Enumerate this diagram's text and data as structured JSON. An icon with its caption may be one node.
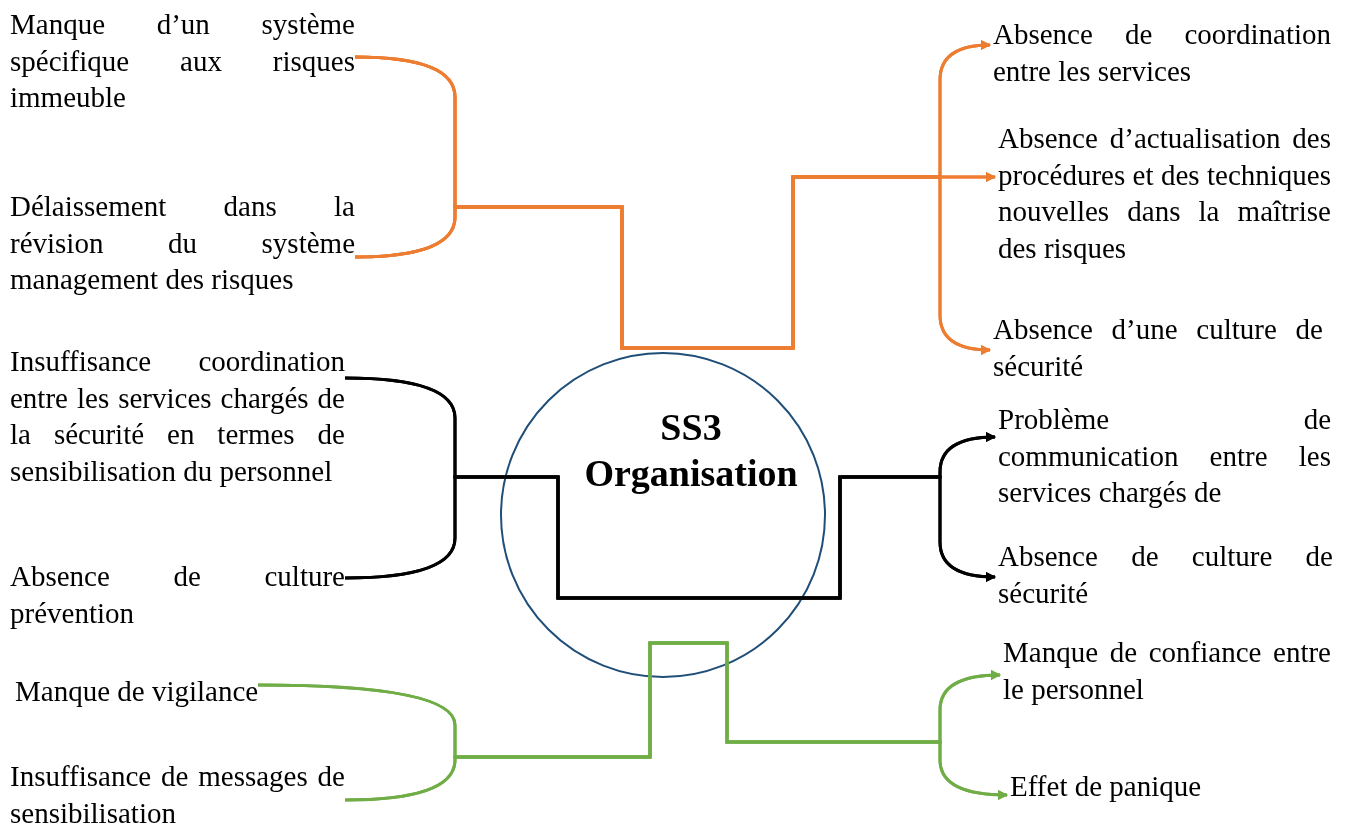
{
  "diagram": {
    "nodes": [
      {
        "text": [
          "Manque d’un système spécifique aux risques immeuble"
        ]
      },
      {
        "text": [
          "Délaissement dans la révision du système management des risques"
        ]
      },
      {
        "text": [
          "Insuffisance coordination entre les services chargés de la sécurité en termes de sensibilisation du personnel"
        ]
      },
      {
        "text": [
          "Absence de culture prévention"
        ]
      },
      {
        "text": [
          "Manque de vigilance"
        ]
      },
      {
        "text": [
          "Insuffisance de messages de sensibilisation"
        ]
      },
      {
        "text": [
          "SS3 Organisation"
        ]
      },
      {
        "text": [
          "Absence de coordination entre les services"
        ]
      },
      {
        "text": [
          "Absence d’actualisation des procédures et des techniques nouvelles dans la maîtrise des risques"
        ]
      },
      {
        "text": [
          "Absence d’une culture de sécurité"
        ]
      },
      {
        "text": [
          "Problème de communication entre les services chargés de"
        ]
      },
      {
        "text": [
          "Absence de culture de sécurité"
        ]
      },
      {
        "text": [
          "Manque de confiance entre le personnel"
        ]
      },
      {
        "text": [
          "Effet de panique"
        ]
      }
    ],
    "edges": [
      {
        "from": 0,
        "to": 7,
        "arrow": "to"
      },
      {
        "from": 0,
        "to": 8,
        "arrow": "to"
      },
      {
        "from": 0,
        "to": 9,
        "arrow": "to"
      },
      {
        "from": 1,
        "to": 7,
        "arrow": "to"
      },
      {
        "from": 1,
        "to": 8,
        "arrow": "to"
      },
      {
        "from": 1,
        "to": 9,
        "arrow": "to"
      },
      {
        "from": 2,
        "to": 10,
        "arrow": "to",
        "color": "#000000"
      },
      {
        "from": 2,
        "to": 11,
        "arrow": "to",
        "color": "#000000"
      },
      {
        "from": 3,
        "to": 10,
        "arrow": "to",
        "color": "#000000"
      },
      {
        "from": 3,
        "to": 11,
        "arrow": "to",
        "color": "#000000"
      },
      {
        "from": 4,
        "to": 12,
        "arrow": "to",
        "color": "#70ad47"
      },
      {
        "from": 4,
        "to": 13,
        "arrow": "to",
        "color": "#70ad47"
      },
      {
        "from": 5,
        "to": 12,
        "arrow": "to",
        "color": "#70ad47"
      },
      {
        "from": 5,
        "to": 13,
        "arrow": "to",
        "color": "#70ad47"
      }
    ]
  }
}
